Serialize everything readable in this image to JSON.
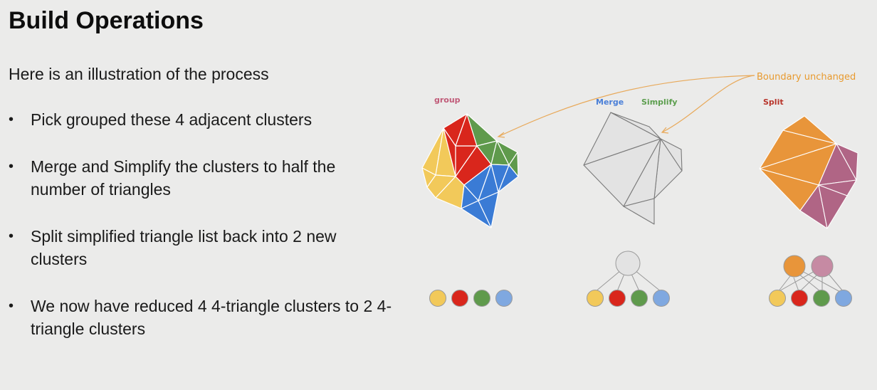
{
  "slide": {
    "title": "Build Operations",
    "intro": "Here is an illustration of the process",
    "bullets": [
      "Pick grouped these 4 adjacent clusters",
      "Merge and Simplify the clusters to half the number of triangles",
      "Split simplified triangle list back into 2 new clusters",
      "We now have reduced 4 4-triangle clusters to 2 4-triangle clusters"
    ]
  },
  "figure": {
    "labels": {
      "group": "group",
      "merge": "Merge",
      "simplify": "Simplify",
      "split": "Split",
      "boundary": "Boundary unchanged"
    },
    "colors": {
      "yellow": "#f2c95a",
      "red": "#d9261c",
      "green": "#5f9a4c",
      "blue": "#3a7bd5",
      "gray": "#dddddd",
      "orange": "#e8953a",
      "mauve": "#b06585",
      "callout": "#e89a2e",
      "group_label": "#c05a78",
      "merge_label": "#4a7fd8",
      "simplify_label": "#5c9e4e",
      "split_label": "#b8342a"
    }
  }
}
